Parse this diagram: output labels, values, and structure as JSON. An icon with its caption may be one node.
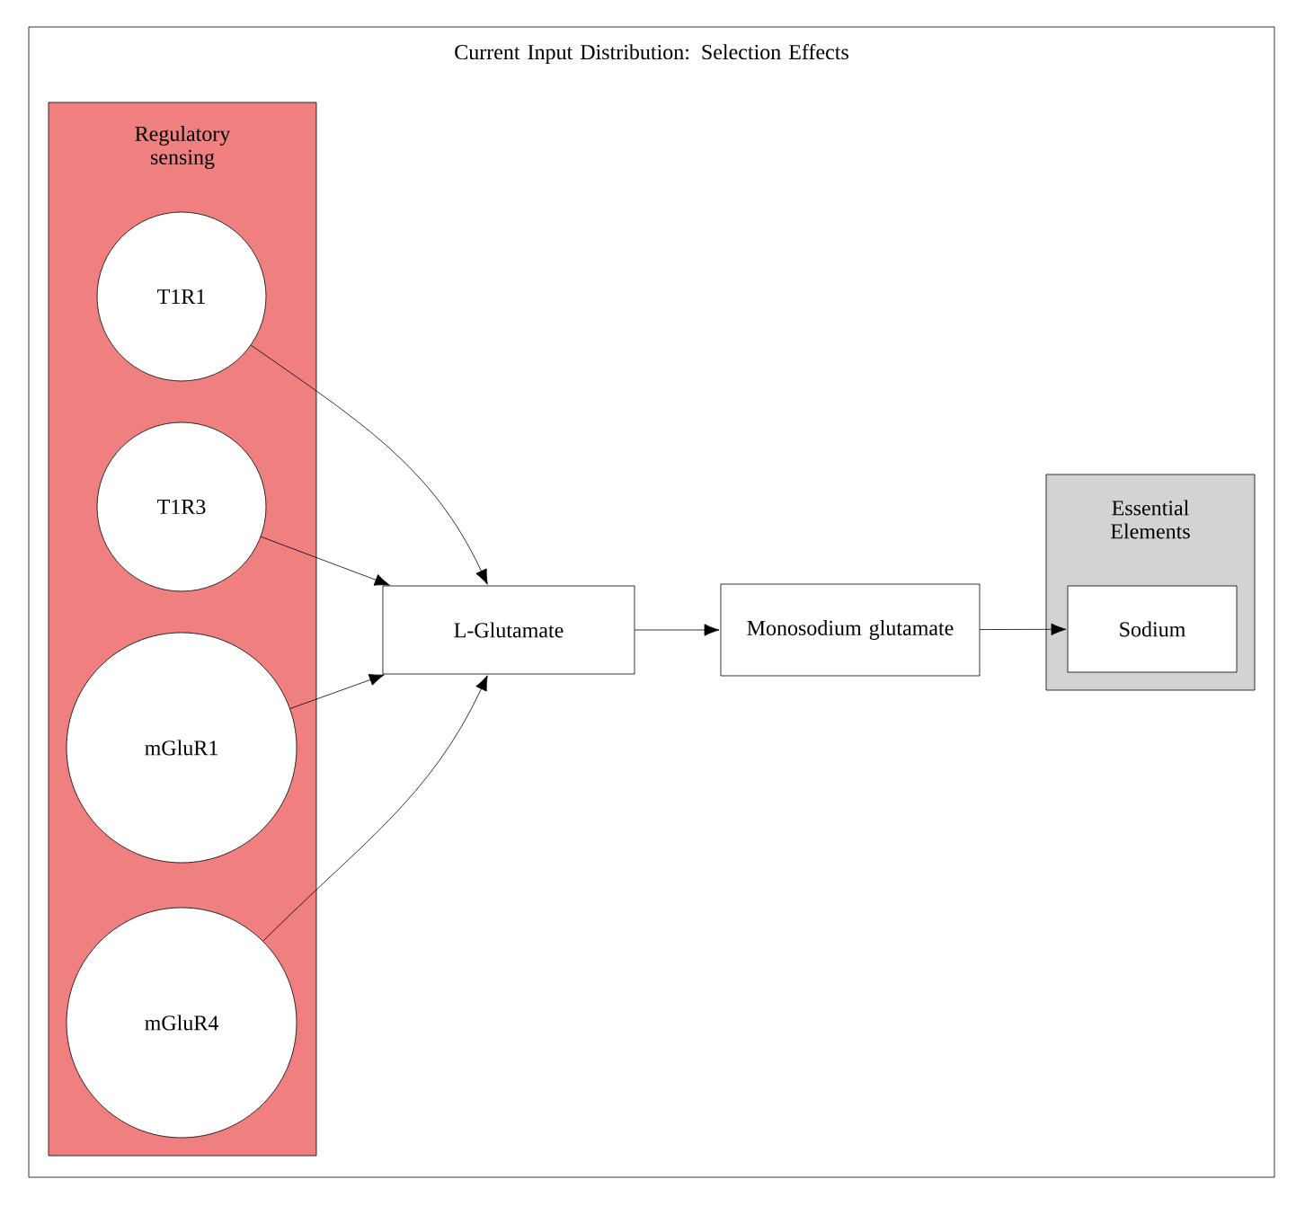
{
  "diagram": {
    "nodes": [
      {
        "text": [
          "Current Input Distribution: Selection Effects"
        ]
      },
      {
        "text": [
          "Regulatory sensing"
        ],
        "in": 0
      },
      {
        "text": [
          "T1R1"
        ],
        "in": 1
      },
      {
        "text": [
          "T1R3"
        ],
        "in": 1
      },
      {
        "text": [
          "mGluR1"
        ],
        "in": 1
      },
      {
        "text": [
          "mGluR4"
        ],
        "in": 1
      },
      {
        "text": [
          "L-Glutamate"
        ],
        "in": 0
      },
      {
        "text": [
          "Monosodium glutamate"
        ],
        "in": 0
      },
      {
        "text": [
          "Essential Elements"
        ],
        "in": 0
      },
      {
        "text": [
          "Sodium"
        ],
        "in": 8
      }
    ],
    "edges": [
      {
        "from": 2,
        "to": 6,
        "arrow": "to"
      },
      {
        "from": 3,
        "to": 6,
        "arrow": "to"
      },
      {
        "from": 4,
        "to": 6,
        "arrow": "to"
      },
      {
        "from": 5,
        "to": 6,
        "arrow": "to"
      },
      {
        "from": 6,
        "to": 7,
        "arrow": "to"
      },
      {
        "from": 7,
        "to": 9,
        "arrow": "to"
      }
    ]
  }
}
